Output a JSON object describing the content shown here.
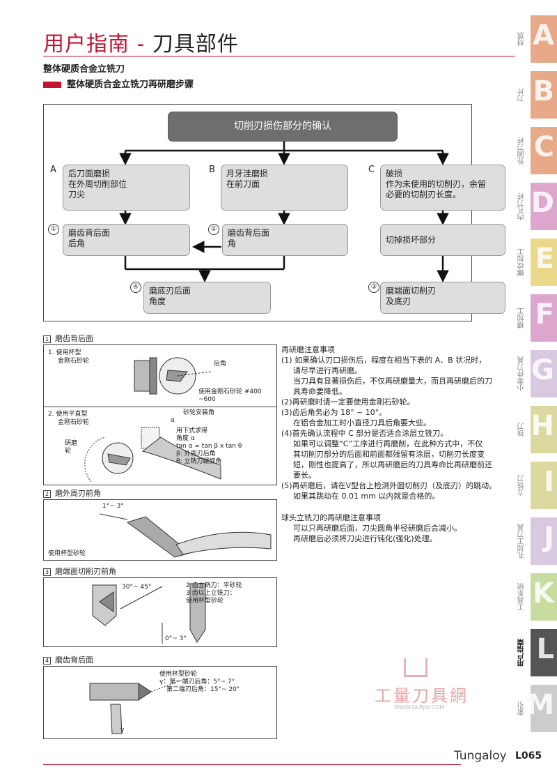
{
  "header": {
    "title_main": "用户指南",
    "title_dash": " - ",
    "title_sub": "刀具部件",
    "section": "整体硬质合金立铣刀",
    "subsection": "整体硬质合金立铣刀再研磨步骤"
  },
  "flow": {
    "top": "切削刃损伤部分的确认",
    "A": {
      "label": "A",
      "lines": [
        "后刀面磨损",
        "在外周切削部位",
        "刀尖"
      ]
    },
    "B": {
      "label": "B",
      "lines": [
        "月牙洼磨损",
        "在前刀面"
      ]
    },
    "C": {
      "label": "C",
      "lines": [
        "破损",
        "作为未使用的切削刃，余留",
        "必要的切削刃长度。"
      ]
    },
    "s1": {
      "num": "①",
      "lines": [
        "磨齿背后面",
        "后角"
      ]
    },
    "s2": {
      "num": "②",
      "lines": [
        "磨齿背后面",
        "角"
      ]
    },
    "sc": {
      "lines": [
        "切掉损坏部分"
      ]
    },
    "s4": {
      "num": "④",
      "lines": [
        "磨底刃后面",
        "角度"
      ]
    },
    "s3": {
      "num": "③",
      "lines": [
        "磨端面切削刃",
        "及底刃"
      ]
    }
  },
  "sections": [
    {
      "num": "1",
      "title": "磨齿背后面"
    },
    {
      "num": "2",
      "title": "磨外周刃前角"
    },
    {
      "num": "3",
      "title": "磨端面切削刃前角"
    },
    {
      "num": "4",
      "title": "磨齿背后面"
    }
  ],
  "fig1": {
    "p1": "1. 使用杯型",
    "p1b": "金刚石砂轮",
    "angle": "后角",
    "wheel": "使用金刚石砂轮 #400",
    "wheel2": "~600",
    "p2": "2. 使用平直型",
    "p2b": "金刚石砂轮",
    "mount": "砂轮安装角",
    "alpha": "α",
    "grind": "研磨",
    "grind2": "轮",
    "f1": "用下式求得",
    "f2": "角度  α",
    "f3": "tan α = tan β x tan θ",
    "f4": "β: 外周刃后角",
    "f5": "θ: 立铣刀螺旋角"
  },
  "fig2": {
    "angle": "1°~ 3°",
    "note": "使用杯型砂轮"
  },
  "fig3": {
    "angle": "30°~ 45°",
    "l1": "2 齿立铣刀：平砂轮",
    "l2": "3 齿以上立铣刀：",
    "l3": "使用杯型砂轮",
    "angle2": "0°~ 3°"
  },
  "fig4": {
    "l1": "使用杯型砂轮",
    "l2": "γ：第一端刃后角：5°~ 7°",
    "l3": "第二端刃后角：15°~ 20°",
    "gamma": "γ"
  },
  "notes": {
    "title": "再研磨注意事项",
    "n1": "(1) 如果确认刃口损伤后，程度在相当下表的 A、B 状况时，",
    "n1b": "请尽早进行再研磨。",
    "n1c": "当刀具有显著损伤后，不仅再研磨量大，而且再研磨后的刀",
    "n1d": "具寿命要降低。",
    "n2": "(2)再研磨时请一定要使用金刚石砂轮。",
    "n3": "(3)齿后角务必为 18°  ~ 10°。",
    "n3b": "在铝合金加工时小直径刀具后角要大些。",
    "n4": "(4)首先确认流程中 C 部分是否适合涂层立铣刀。",
    "n4b": "如果可以调整“C”工序进行再磨削，在此种方式中，不仅",
    "n4c": "其切削刃部分的后面和前面都残留有涂层，切削刃长度变",
    "n4d": "短，刚性也提高了，所以再研磨后的刀具寿命比再研磨前还",
    "n4e": "要长。",
    "n5": "(5)再研磨后，请在V型台上检测外圆切削刃（及底刃）的跳动。",
    "n5b": "如果其跳动在 0.01 mm 以内就是合格的。",
    "ball_title": "球头立铣刀的再研磨注意事项",
    "ball1": "可以只再研磨后面，刀尖圆角半径研磨后会减小。",
    "ball2": "再研磨后必须将刀尖进行钝化(强化)处理。"
  },
  "tabs": [
    {
      "letter": "A",
      "label": "材质",
      "color": "#e7a987"
    },
    {
      "letter": "B",
      "label": "刀片",
      "color": "#e7a987"
    },
    {
      "letter": "C",
      "label": "外圆刀杆",
      "color": "#e7a987"
    },
    {
      "letter": "D",
      "label": "内孔刀杆",
      "color": "#dda6cc"
    },
    {
      "letter": "E",
      "label": "螺纹加工",
      "color": "#ead98a"
    },
    {
      "letter": "F",
      "label": "槽加工",
      "color": "#dda6cc"
    },
    {
      "letter": "G",
      "label": "小零件刀具",
      "color": "#d8c9e0"
    },
    {
      "letter": "H",
      "label": "铣刀",
      "color": "#dcd9a0"
    },
    {
      "letter": "I",
      "label": "立铣刀",
      "color": "#dcd9a0"
    },
    {
      "letter": "J",
      "label": "孔加工刀具",
      "color": "#d8c9e0"
    },
    {
      "letter": "K",
      "label": "工具系统",
      "color": "#c9dca0"
    },
    {
      "letter": "L",
      "label": "用户指南",
      "color": "#555555"
    },
    {
      "letter": "M",
      "label": "索引",
      "color": "#cccccc"
    }
  ],
  "watermark": {
    "text": "工量刀具網",
    "url": "WWW.GLRJW.COM"
  },
  "footer": {
    "brand": "Tungaloy",
    "page": "L065"
  }
}
